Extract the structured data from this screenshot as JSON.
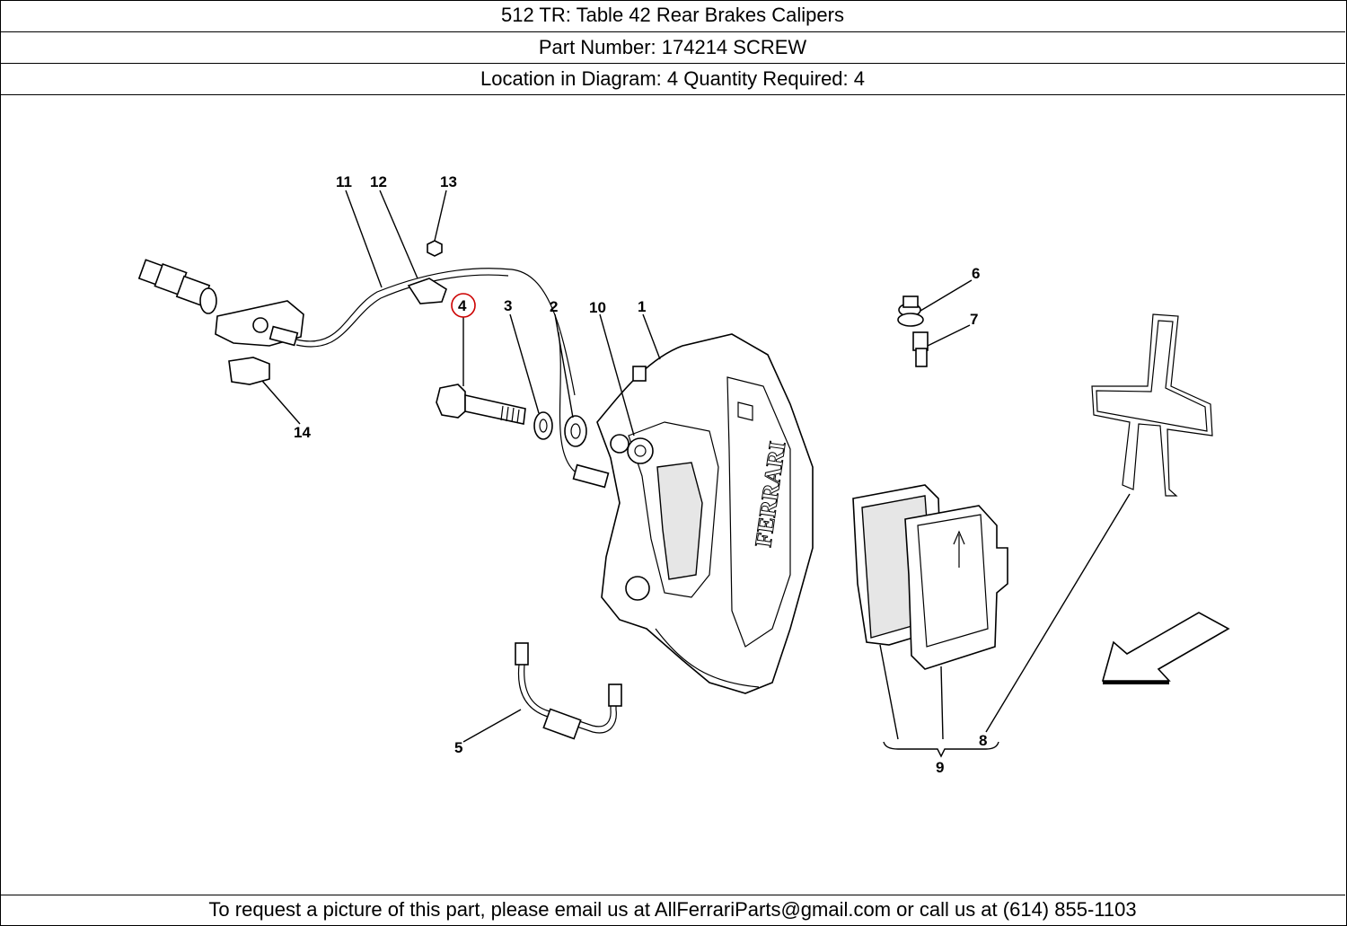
{
  "header": {
    "title": "512 TR:   Table 42 Rear Brakes Calipers",
    "part_number": "Part Number: 174214   SCREW",
    "location": "Location in Diagram: 4   Quantity Required: 4"
  },
  "diagram": {
    "callouts": [
      "11",
      "12",
      "13",
      "6",
      "7",
      "4",
      "3",
      "2",
      "10",
      "1",
      "14",
      "5",
      "8",
      "9"
    ],
    "brand_mark": "FERRARI",
    "highlight_color": "#cc0000"
  },
  "footer": {
    "text": "To request a picture of this part, please email us at AllFerrariParts@gmail.com or call us at (614) 855-1103"
  }
}
